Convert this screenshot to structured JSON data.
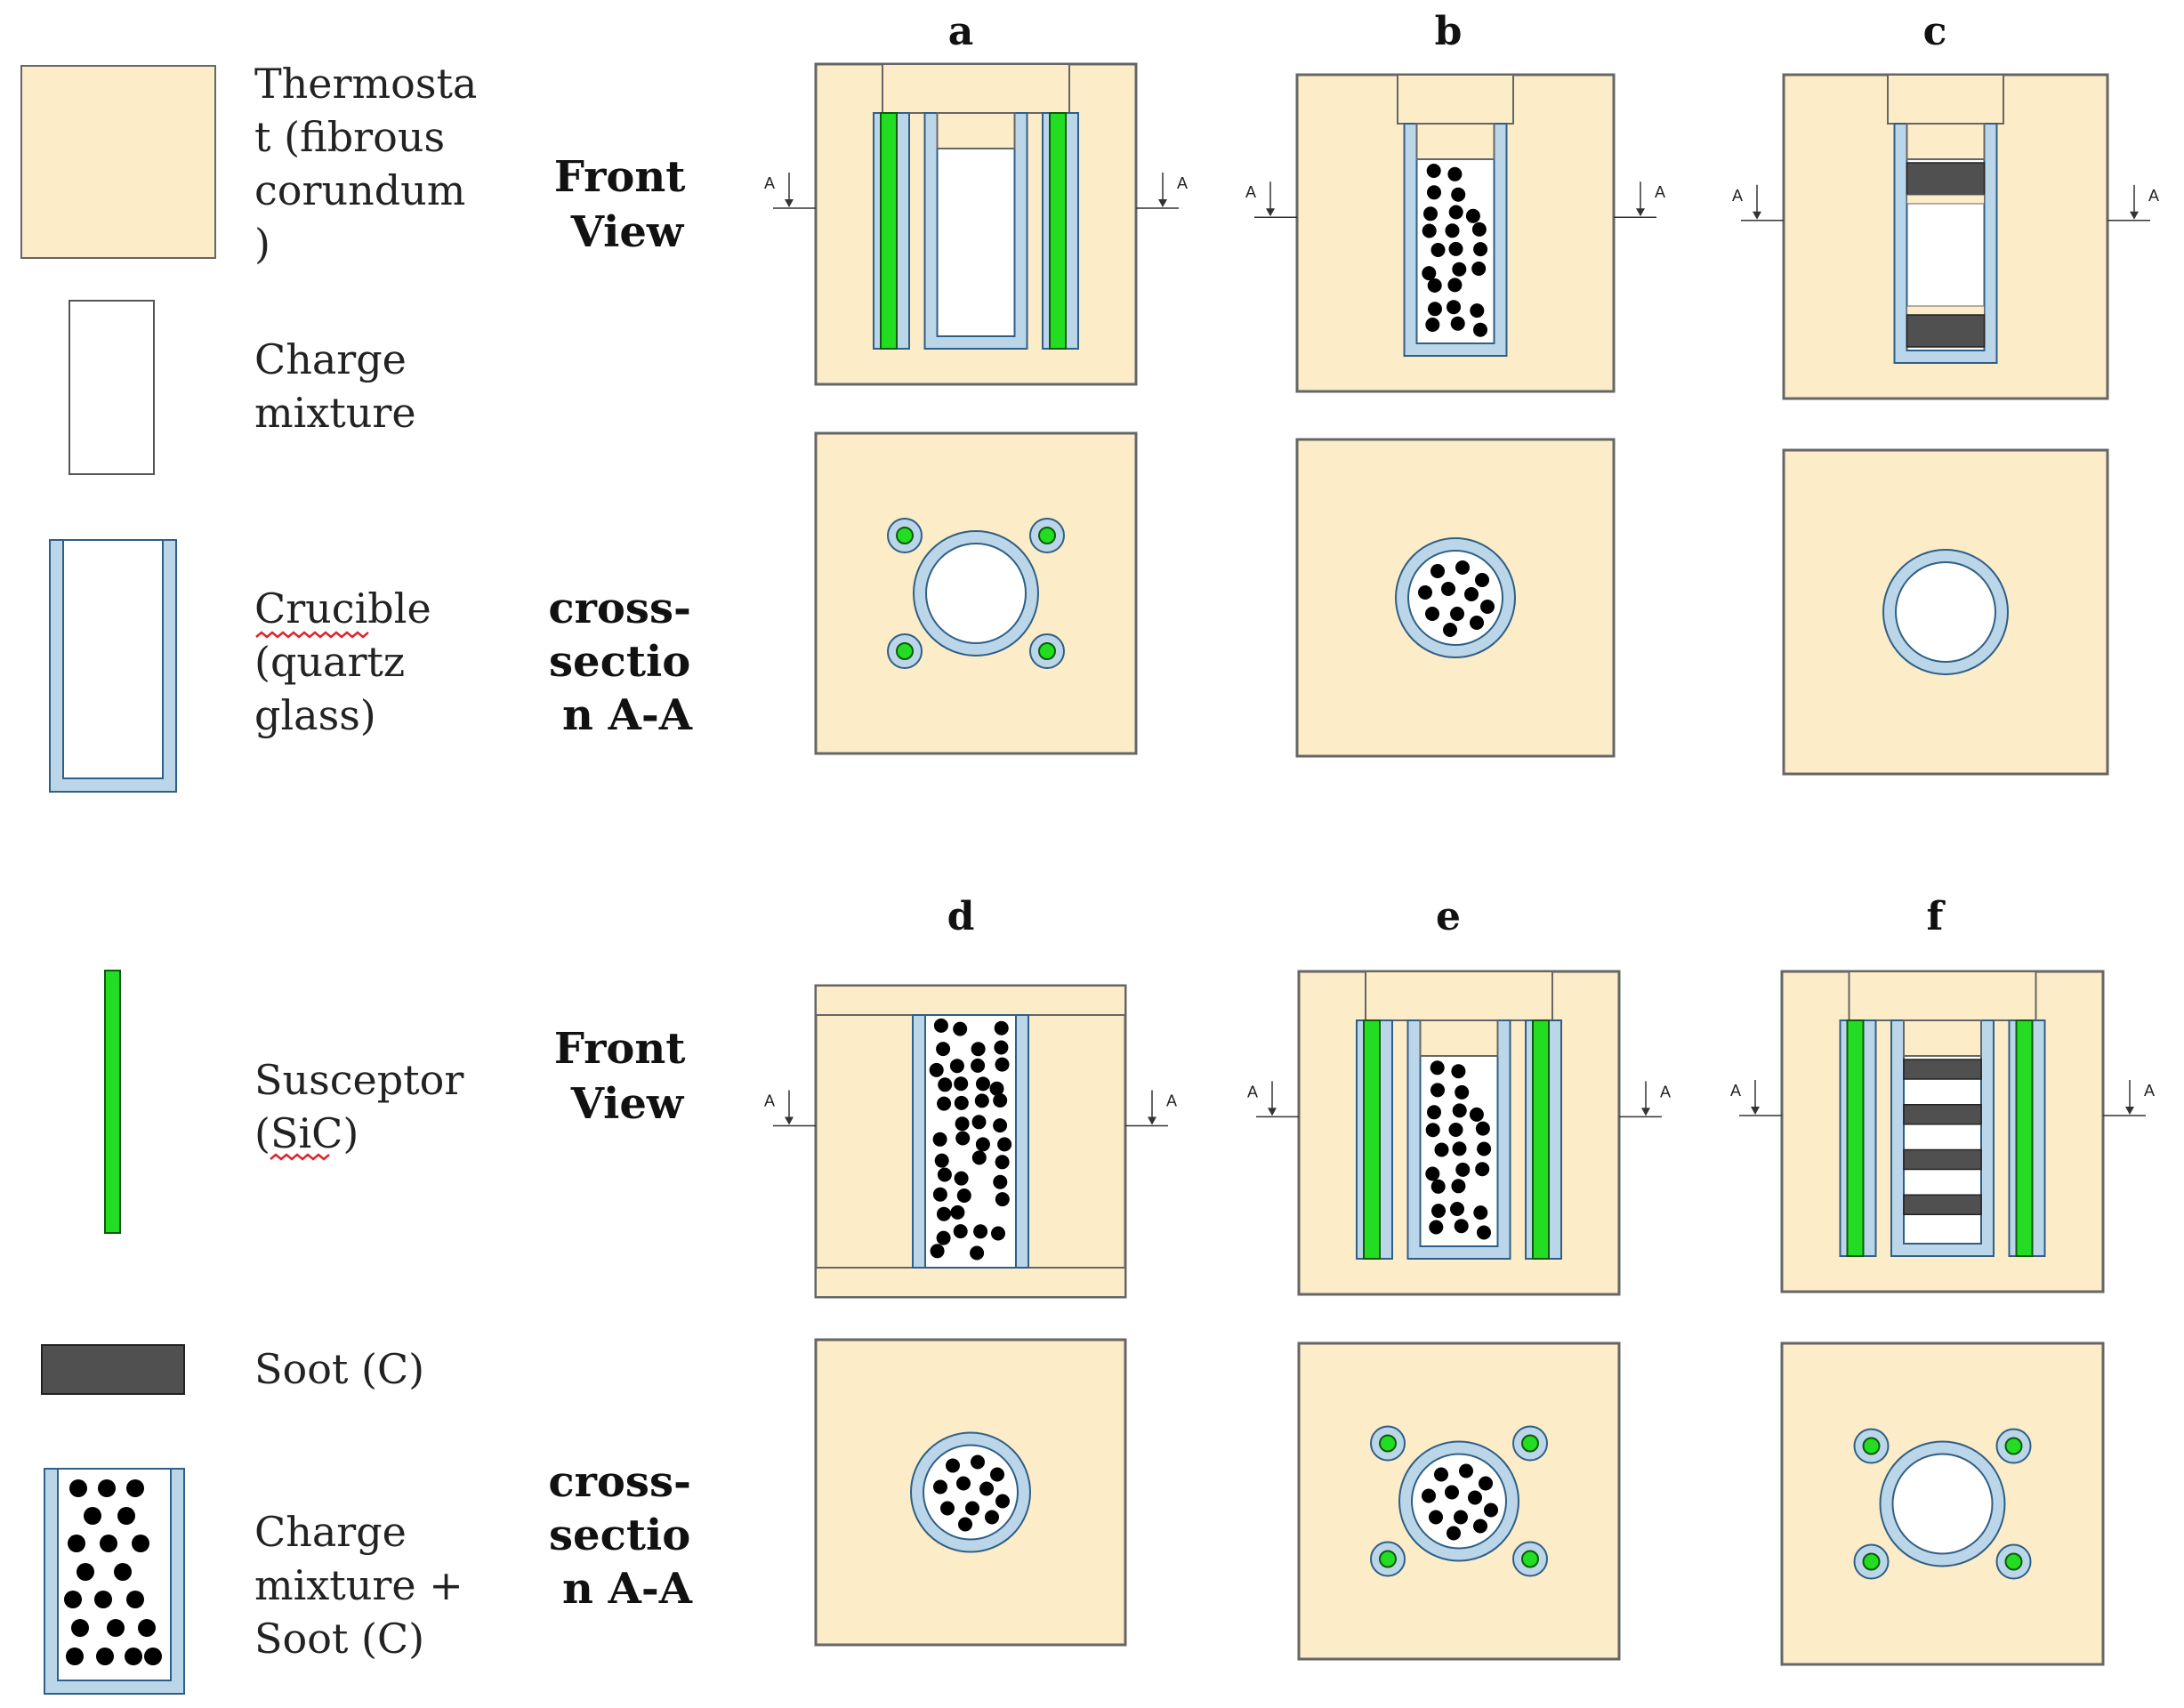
{
  "colors": {
    "thermostat": "#fcecc8",
    "quartz": "#bcd6e9",
    "susceptor": "#22dd22",
    "soot": "#505050",
    "particle": "#000000",
    "outline": "#444444",
    "spelling_underline": "#e0242a"
  },
  "legend": [
    {
      "lines": [
        "Thermosta",
        "t (fibrous",
        "corundum",
        ")"
      ]
    },
    {
      "lines": [
        "Charge",
        "mixture"
      ]
    },
    {
      "lines": [
        "Crucible",
        "(quartz",
        "glass)"
      ]
    },
    {
      "lines": [
        "Susceptor",
        "(SiC)"
      ]
    },
    {
      "lines": [
        "Soot (C)"
      ]
    },
    {
      "lines": [
        "Charge",
        "mixture +",
        "Soot (C)"
      ]
    }
  ],
  "view_labels": {
    "front_view": [
      "Front",
      "View"
    ],
    "cross_section": [
      "cross-",
      "sectio",
      "n A-A"
    ]
  },
  "section_marker": "A",
  "panels": [
    {
      "letter": "a",
      "charge_with_soot": false,
      "susceptors": true,
      "soot_layers": 0,
      "open_ends": false
    },
    {
      "letter": "b",
      "charge_with_soot": true,
      "susceptors": false,
      "soot_layers": 0,
      "open_ends": false
    },
    {
      "letter": "c",
      "charge_with_soot": false,
      "susceptors": false,
      "soot_layers": 2,
      "open_ends": false
    },
    {
      "letter": "d",
      "charge_with_soot": true,
      "susceptors": false,
      "soot_layers": 0,
      "open_ends": true
    },
    {
      "letter": "e",
      "charge_with_soot": true,
      "susceptors": true,
      "soot_layers": 0,
      "open_ends": false
    },
    {
      "letter": "f",
      "charge_with_soot": false,
      "susceptors": true,
      "soot_layers": 4,
      "open_ends": false
    }
  ]
}
